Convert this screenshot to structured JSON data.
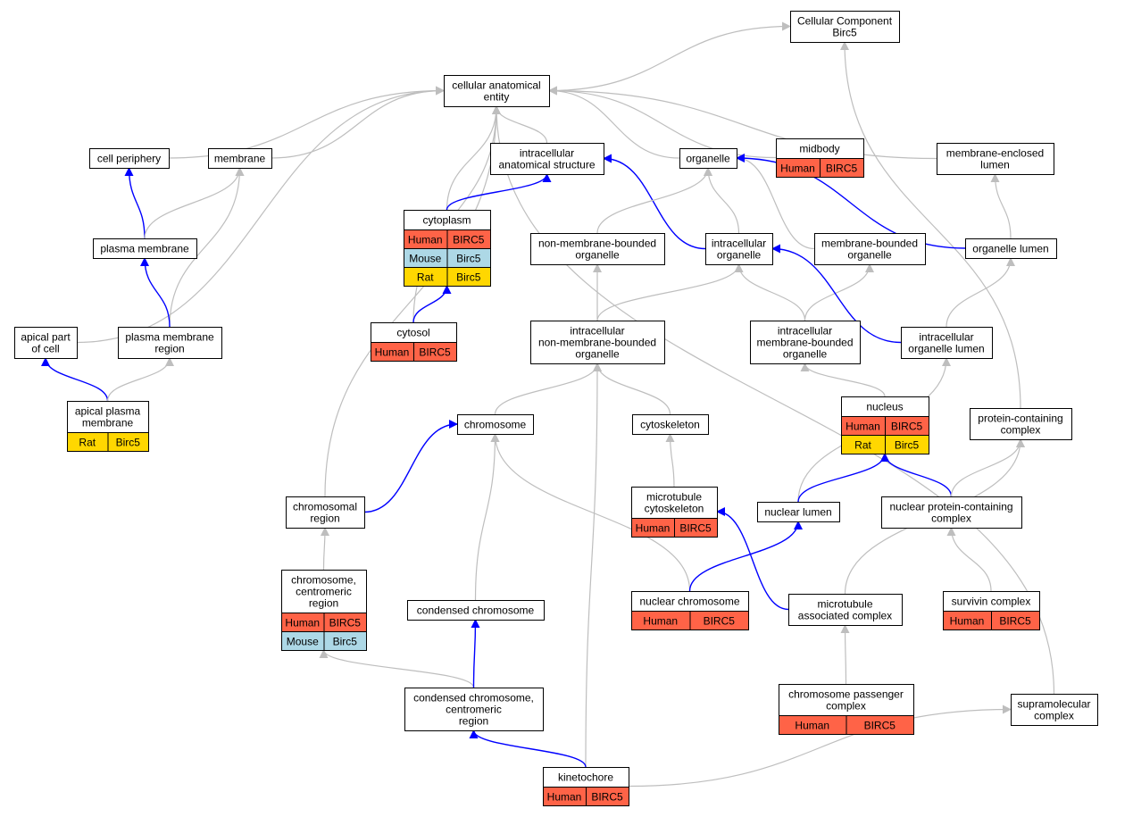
{
  "diagram": {
    "species_colors": {
      "Human": "#ff6347",
      "Mouse": "#add8e6",
      "Rat": "#ffd700"
    },
    "edge_colors": {
      "gray": "#bebebe",
      "blue": "#0000ff"
    },
    "nodes": [
      {
        "id": "cc",
        "lines": [
          "Cellular Component",
          "Birc5"
        ]
      },
      {
        "id": "cae",
        "lines": [
          "cellular anatomical",
          "entity"
        ]
      },
      {
        "id": "cellper",
        "lines": [
          "cell periphery"
        ]
      },
      {
        "id": "membrane",
        "lines": [
          "membrane"
        ]
      },
      {
        "id": "ias",
        "lines": [
          "intracellular",
          "anatomical structure"
        ]
      },
      {
        "id": "organelle",
        "lines": [
          "organelle"
        ]
      },
      {
        "id": "midbody",
        "lines": [
          "midbody"
        ],
        "rows": [
          [
            {
              "sp": "Human",
              "text": "Human"
            },
            {
              "sp": "Human",
              "text": "BIRC5"
            }
          ]
        ]
      },
      {
        "id": "mel",
        "lines": [
          "membrane-enclosed",
          "lumen"
        ]
      },
      {
        "id": "cytoplasm",
        "lines": [
          "cytoplasm"
        ],
        "rows": [
          [
            {
              "sp": "Human",
              "text": "Human"
            },
            {
              "sp": "Human",
              "text": "BIRC5"
            }
          ],
          [
            {
              "sp": "Mouse",
              "text": "Mouse"
            },
            {
              "sp": "Mouse",
              "text": "Birc5"
            }
          ],
          [
            {
              "sp": "Rat",
              "text": "Rat"
            },
            {
              "sp": "Rat",
              "text": "Birc5"
            }
          ]
        ]
      },
      {
        "id": "pm",
        "lines": [
          "plasma membrane"
        ]
      },
      {
        "id": "nmbo",
        "lines": [
          "non-membrane-bounded",
          "organelle"
        ]
      },
      {
        "id": "io",
        "lines": [
          "intracellular",
          "organelle"
        ]
      },
      {
        "id": "mbo",
        "lines": [
          "membrane-bounded",
          "organelle"
        ]
      },
      {
        "id": "ol",
        "lines": [
          "organelle lumen"
        ]
      },
      {
        "id": "apc",
        "lines": [
          "apical part",
          "of cell"
        ]
      },
      {
        "id": "pmr",
        "lines": [
          "plasma membrane",
          "region"
        ]
      },
      {
        "id": "cytosol",
        "lines": [
          "cytosol"
        ],
        "rows": [
          [
            {
              "sp": "Human",
              "text": "Human"
            },
            {
              "sp": "Human",
              "text": "BIRC5"
            }
          ]
        ]
      },
      {
        "id": "inmbo",
        "lines": [
          "intracellular",
          "non-membrane-bounded",
          "organelle"
        ]
      },
      {
        "id": "imbo",
        "lines": [
          "intracellular",
          "membrane-bounded",
          "organelle"
        ]
      },
      {
        "id": "iol",
        "lines": [
          "intracellular",
          "organelle lumen"
        ]
      },
      {
        "id": "apm",
        "lines": [
          "apical plasma",
          "membrane"
        ],
        "rows": [
          [
            {
              "sp": "Rat",
              "text": "Rat"
            },
            {
              "sp": "Rat",
              "text": "Birc5"
            }
          ]
        ]
      },
      {
        "id": "nucleus",
        "lines": [
          "nucleus"
        ],
        "rows": [
          [
            {
              "sp": "Human",
              "text": "Human"
            },
            {
              "sp": "Human",
              "text": "BIRC5"
            }
          ],
          [
            {
              "sp": "Rat",
              "text": "Rat"
            },
            {
              "sp": "Rat",
              "text": "Birc5"
            }
          ]
        ]
      },
      {
        "id": "chromosome",
        "lines": [
          "chromosome"
        ]
      },
      {
        "id": "cytoskeleton",
        "lines": [
          "cytoskeleton"
        ]
      },
      {
        "id": "pcc",
        "lines": [
          "protein-containing",
          "complex"
        ]
      },
      {
        "id": "chrreg",
        "lines": [
          "chromosomal",
          "region"
        ]
      },
      {
        "id": "mtcs",
        "lines": [
          "microtubule",
          "cytoskeleton"
        ],
        "rows": [
          [
            {
              "sp": "Human",
              "text": "Human"
            },
            {
              "sp": "Human",
              "text": "BIRC5"
            }
          ]
        ]
      },
      {
        "id": "nl",
        "lines": [
          "nuclear lumen"
        ]
      },
      {
        "id": "npcc",
        "lines": [
          "nuclear protein-containing",
          "complex"
        ]
      },
      {
        "id": "ccr",
        "lines": [
          "chromosome,",
          "centromeric",
          "region"
        ],
        "rows": [
          [
            {
              "sp": "Human",
              "text": "Human"
            },
            {
              "sp": "Human",
              "text": "BIRC5"
            }
          ],
          [
            {
              "sp": "Mouse",
              "text": "Mouse"
            },
            {
              "sp": "Mouse",
              "text": "Birc5"
            }
          ]
        ]
      },
      {
        "id": "condchr",
        "lines": [
          "condensed chromosome"
        ]
      },
      {
        "id": "nucchr",
        "lines": [
          "nuclear chromosome"
        ],
        "rows": [
          [
            {
              "sp": "Human",
              "text": "Human"
            },
            {
              "sp": "Human",
              "text": "BIRC5"
            }
          ]
        ]
      },
      {
        "id": "mac",
        "lines": [
          "microtubule",
          "associated complex"
        ]
      },
      {
        "id": "survivin",
        "lines": [
          "survivin complex"
        ],
        "rows": [
          [
            {
              "sp": "Human",
              "text": "Human"
            },
            {
              "sp": "Human",
              "text": "BIRC5"
            }
          ]
        ]
      },
      {
        "id": "cccr",
        "lines": [
          "condensed chromosome,",
          "centromeric",
          "region"
        ]
      },
      {
        "id": "cpc",
        "lines": [
          "chromosome passenger",
          "complex"
        ],
        "rows": [
          [
            {
              "sp": "Human",
              "text": "Human"
            },
            {
              "sp": "Human",
              "text": "BIRC5"
            }
          ]
        ]
      },
      {
        "id": "smc",
        "lines": [
          "supramolecular",
          "complex"
        ]
      },
      {
        "id": "kinetochore",
        "lines": [
          "kinetochore"
        ],
        "rows": [
          [
            {
              "sp": "Human",
              "text": "Human"
            },
            {
              "sp": "Human",
              "text": "BIRC5"
            }
          ]
        ]
      }
    ],
    "edges": [
      {
        "from": "cae",
        "to": "cc",
        "color": "gray"
      },
      {
        "from": "mel",
        "to": "cae",
        "color": "gray"
      },
      {
        "from": "pcc",
        "to": "cc",
        "color": "gray"
      },
      {
        "from": "smc",
        "to": "cae",
        "color": "gray"
      },
      {
        "from": "cellper",
        "to": "cae",
        "color": "gray"
      },
      {
        "from": "membrane",
        "to": "cae",
        "color": "gray"
      },
      {
        "from": "ias",
        "to": "cae",
        "color": "gray"
      },
      {
        "from": "organelle",
        "to": "cae",
        "color": "gray"
      },
      {
        "from": "midbody",
        "to": "cae",
        "color": "gray"
      },
      {
        "from": "apc",
        "to": "cae",
        "color": "gray"
      },
      {
        "from": "chrreg",
        "to": "cae",
        "color": "gray"
      },
      {
        "from": "cytosol",
        "to": "cae",
        "color": "gray"
      },
      {
        "from": "cytoplasm",
        "to": "cae",
        "color": "gray"
      },
      {
        "from": "pm",
        "to": "cellper",
        "color": "blue"
      },
      {
        "from": "pm",
        "to": "membrane",
        "color": "gray"
      },
      {
        "from": "pmr",
        "to": "membrane",
        "color": "gray"
      },
      {
        "from": "pmr",
        "to": "pm",
        "color": "blue"
      },
      {
        "from": "apm",
        "to": "apc",
        "color": "blue"
      },
      {
        "from": "apm",
        "to": "pmr",
        "color": "gray"
      },
      {
        "from": "cytoplasm",
        "to": "ias",
        "color": "blue"
      },
      {
        "from": "cytosol",
        "to": "cytoplasm",
        "color": "blue"
      },
      {
        "from": "io",
        "to": "ias",
        "color": "blue"
      },
      {
        "from": "nmbo",
        "to": "organelle",
        "color": "gray"
      },
      {
        "from": "io",
        "to": "organelle",
        "color": "gray"
      },
      {
        "from": "mbo",
        "to": "organelle",
        "color": "gray"
      },
      {
        "from": "ol",
        "to": "organelle",
        "color": "blue"
      },
      {
        "from": "ol",
        "to": "mel",
        "color": "gray"
      },
      {
        "from": "inmbo",
        "to": "nmbo",
        "color": "gray"
      },
      {
        "from": "inmbo",
        "to": "io",
        "color": "gray"
      },
      {
        "from": "imbo",
        "to": "io",
        "color": "gray"
      },
      {
        "from": "imbo",
        "to": "mbo",
        "color": "gray"
      },
      {
        "from": "iol",
        "to": "io",
        "color": "blue"
      },
      {
        "from": "iol",
        "to": "ol",
        "color": "gray"
      },
      {
        "from": "chromosome",
        "to": "inmbo",
        "color": "gray"
      },
      {
        "from": "cytoskeleton",
        "to": "inmbo",
        "color": "gray"
      },
      {
        "from": "kinetochore",
        "to": "inmbo",
        "color": "gray"
      },
      {
        "from": "nucleus",
        "to": "imbo",
        "color": "gray"
      },
      {
        "from": "nl",
        "to": "iol",
        "color": "gray"
      },
      {
        "from": "nl",
        "to": "nucleus",
        "color": "blue"
      },
      {
        "from": "npcc",
        "to": "nucleus",
        "color": "blue"
      },
      {
        "from": "npcc",
        "to": "pcc",
        "color": "gray"
      },
      {
        "from": "mac",
        "to": "pcc",
        "color": "gray"
      },
      {
        "from": "survivin",
        "to": "npcc",
        "color": "gray"
      },
      {
        "from": "chrreg",
        "to": "chromosome",
        "color": "blue"
      },
      {
        "from": "condchr",
        "to": "chromosome",
        "color": "gray"
      },
      {
        "from": "nucchr",
        "to": "chromosome",
        "color": "gray"
      },
      {
        "from": "mtcs",
        "to": "cytoskeleton",
        "color": "gray"
      },
      {
        "from": "ccr",
        "to": "chrreg",
        "color": "gray"
      },
      {
        "from": "nucchr",
        "to": "nl",
        "color": "blue"
      },
      {
        "from": "mac",
        "to": "mtcs",
        "color": "blue"
      },
      {
        "from": "cccr",
        "to": "ccr",
        "color": "gray"
      },
      {
        "from": "cccr",
        "to": "condchr",
        "color": "blue"
      },
      {
        "from": "cpc",
        "to": "mac",
        "color": "gray"
      },
      {
        "from": "kinetochore",
        "to": "cccr",
        "color": "blue"
      },
      {
        "from": "kinetochore",
        "to": "smc",
        "color": "gray"
      }
    ]
  }
}
